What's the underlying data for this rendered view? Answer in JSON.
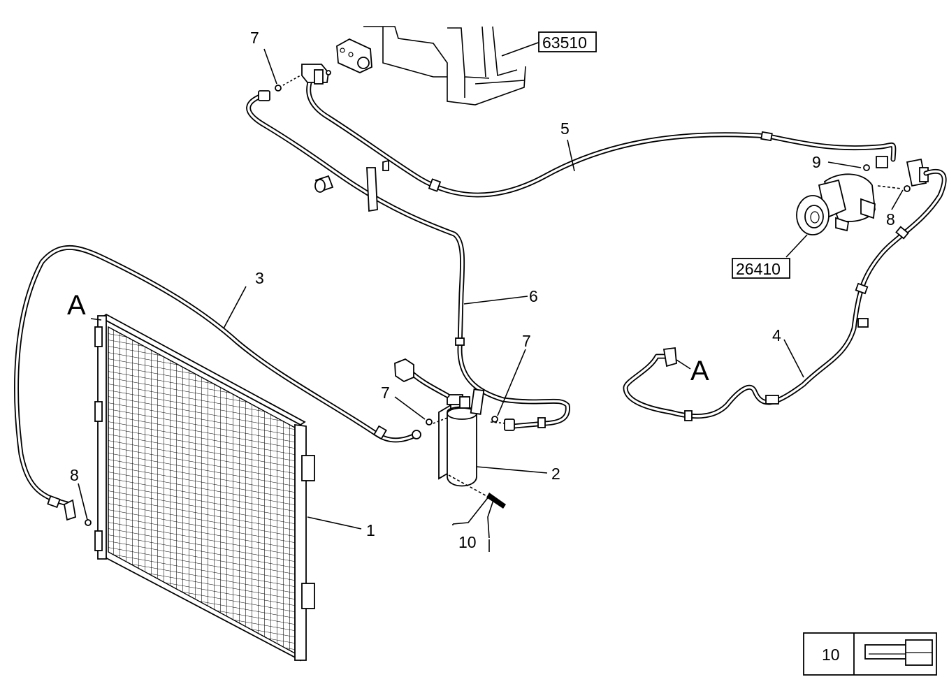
{
  "callouts": {
    "c1": "1",
    "c2": "2",
    "c3": "3",
    "c4": "4",
    "c5": "5",
    "c6": "6",
    "c7a": "7",
    "c7b": "7",
    "c7c": "7",
    "c8a": "8",
    "c8b": "8",
    "c9": "9",
    "c10": "10"
  },
  "connection_marks": {
    "left": "A",
    "right": "A"
  },
  "reference_groups": {
    "evaporator": "63510",
    "compressor": "26410"
  },
  "legend": {
    "number": "10",
    "icon": "bolt-icon"
  },
  "colors": {
    "line": "#000000",
    "background": "#ffffff"
  }
}
